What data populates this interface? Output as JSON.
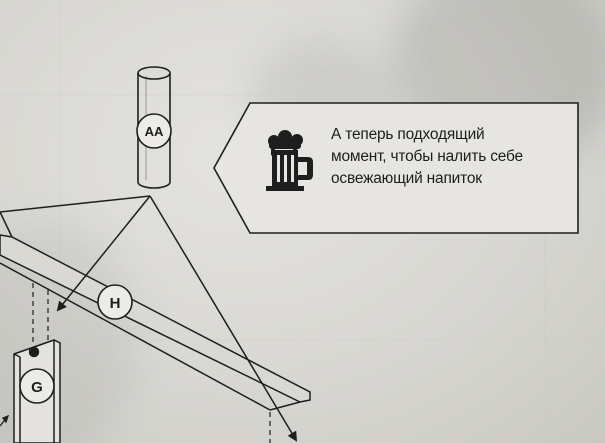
{
  "callout": {
    "lines": [
      "А теперь подходящий",
      "момент, чтобы налить себе",
      "освежающий напиток"
    ],
    "icon": "beer-mug-icon"
  },
  "parts": {
    "pipe": "AA",
    "rail": "H",
    "post": "G"
  },
  "colors": {
    "ink": "#1e1e1e",
    "paper": "#dcdbd6"
  }
}
